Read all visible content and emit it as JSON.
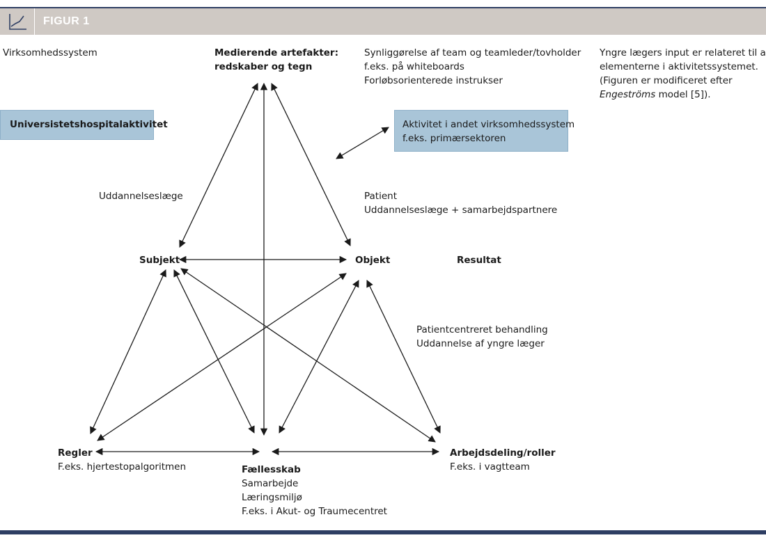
{
  "header": {
    "title": "FIGUR 1"
  },
  "labels": {
    "virksomhedssystem": "Virksomhedssystem",
    "mediating_title_1": "Medierende artefakter:",
    "mediating_title_2": "redskaber og tegn",
    "artefacts_note_1": "Synliggørelse af team og teamleder/tovholder",
    "artefacts_note_2": "f.eks. på whiteboards",
    "artefacts_note_3": "Forløbsorienterede instrukser",
    "caption_1": "Yngre lægers input er relateret til alle",
    "caption_2": "elementerne i aktivitetssystemet.",
    "caption_3": "(Figuren er modificeret efter",
    "caption_4_italic": "Engeströms",
    "caption_4_rest": " model [5]).",
    "box_university": "Universistetshospitalaktivitet",
    "box_other_1": "Aktivitet i andet virksomhedssystem",
    "box_other_2": "f.eks. primærsektoren",
    "subject_note": "Uddannelseslæge",
    "object_note_1": "Patient",
    "object_note_2": "Uddannelseslæge + samarbejdspartnere",
    "subject": "Subjekt",
    "object": "Objekt",
    "result": "Resultat",
    "result_note_1": "Patientcentreret behandling",
    "result_note_2": "Uddannelse af yngre læger",
    "rules": "Regler",
    "rules_note": "F.eks. hjertestopalgoritmen",
    "community": "Fællesskab",
    "community_note_1": "Samarbejde",
    "community_note_2": "Læringsmiljø",
    "community_note_3": "F.eks. i Akut- og Traumecentret",
    "division": "Arbejdsdeling/roller",
    "division_note": "F.eks. i vagtteam"
  },
  "colors": {
    "header_band": "#cfc9c4",
    "rule_lines": "#2e3e63",
    "box_fill": "#a9c5d8",
    "arrows": "#1a1a1a"
  }
}
